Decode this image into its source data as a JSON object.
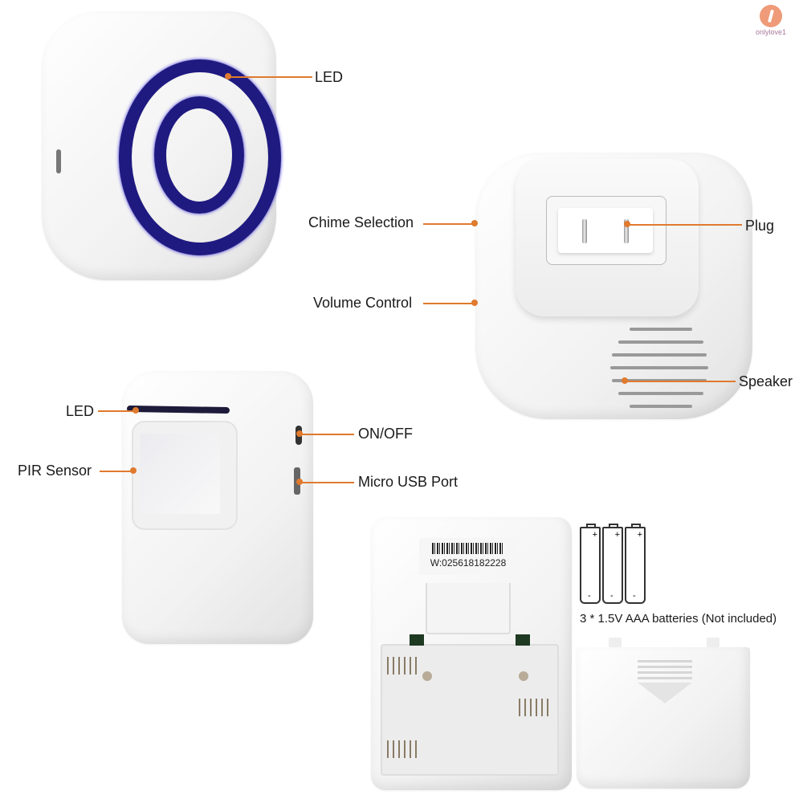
{
  "watermark": {
    "text": "onlylove1",
    "color": "#ef9a78"
  },
  "callout_color": "#e07a2e",
  "led_color": "#2a1ea8",
  "receiver_front": {
    "labels": {
      "led": "LED"
    }
  },
  "receiver_back": {
    "labels": {
      "chime_selection": "Chime Selection",
      "volume_control": "Volume Control",
      "plug": "Plug",
      "speaker": "Speaker"
    }
  },
  "sensor": {
    "labels": {
      "led": "LED",
      "pir_sensor": "PIR Sensor",
      "on_off": "ON/OFF",
      "micro_usb_port": "Micro USB Port"
    }
  },
  "battery_unit": {
    "serial_label": "W:025618182228",
    "battery_note": "3 * 1.5V AAA batteries (Not included)",
    "battery_count": 3,
    "plus": "+",
    "minus": "-"
  }
}
